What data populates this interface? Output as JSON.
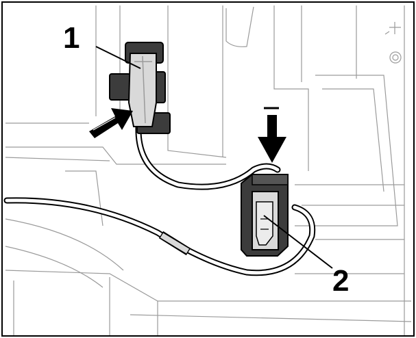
{
  "callouts": [
    {
      "id": "1",
      "label": "1"
    },
    {
      "id": "2",
      "label": "2"
    }
  ],
  "colors": {
    "background": "#ffffff",
    "outline": "#000000",
    "light_gray": "#d9d9d9",
    "mid_gray": "#9a9a9a",
    "dark_gray": "#3c3c3c"
  },
  "icons": [
    "push-arrow-icon",
    "down-arrow-icon"
  ]
}
